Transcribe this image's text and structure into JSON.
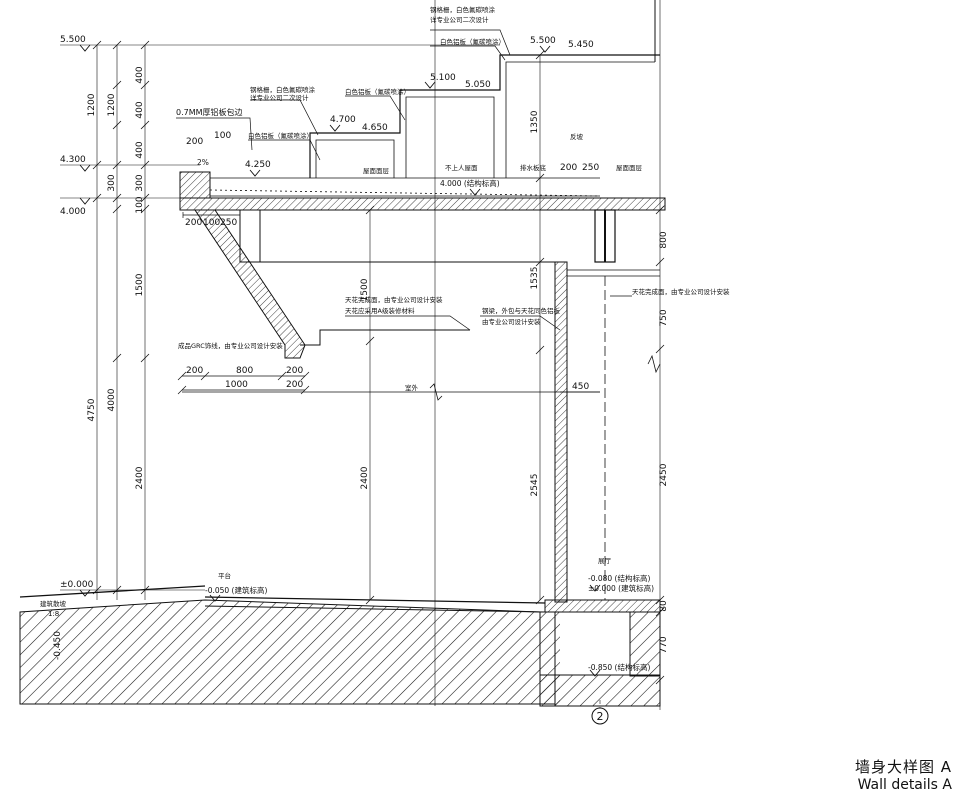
{
  "caption": {
    "chinese": "墙身大样图 A",
    "english": "Wall details A"
  },
  "elevations": {
    "e5500_left": "5.500",
    "e4300": "4.300",
    "e4000": "4.000",
    "e0000_left": "±0.000",
    "e4250": "4.250",
    "e4700": "4.700",
    "e4650": "4.650",
    "e5100": "5.100",
    "e5050": "5.050",
    "e5500_right": "5.500",
    "e5450": "5.450",
    "e4000_struct": "4.000 (结构标高)",
    "e_minus0050": "-0.050 (建筑标高)",
    "e_minus0080": "-0.080 (结构标高)",
    "e0000_right": "±0.000 (建筑标高)",
    "e_minus0850": "-0.850 (结构标高)",
    "e_minus0450": "-0.450"
  },
  "left_dims_inner": [
    "400",
    "400",
    "400",
    "300",
    "100",
    "1500",
    "2400"
  ],
  "left_dims_outer": [
    "1200",
    "1200",
    "300",
    "4750",
    "4000"
  ],
  "right_dims": [
    "800",
    "750",
    "2450",
    "80",
    "770"
  ],
  "mid_dims": {
    "d1350": "1350",
    "d1500": "1500",
    "d2400": "2400",
    "d1535": "1535",
    "d2545": "2545"
  },
  "canopy_dims": {
    "d200a": "200",
    "d100": "100",
    "d200b": "200",
    "d100b": "100",
    "d250a": "250",
    "bot_200a": "200",
    "bot_800": "800",
    "bot_200b": "200",
    "bot_1000": "1000",
    "bot_200c": "200",
    "d450": "450",
    "d200c": "200",
    "d250b": "250",
    "slope": "2%"
  },
  "notes": {
    "n1": "0.7MM厚铝板包边",
    "n2a": "钢格栅，白色氟碳喷涂",
    "n2b": "详专业公司二次设计",
    "n3": "白色铝板（氟碳喷涂）",
    "n4": "白色铝板（氟碳喷涂）",
    "n5a": "钢格栅，白色氟碳喷涂",
    "n5b": "详专业公司二次设计",
    "n6": "白色铝板（氟碳喷涂）",
    "n7": "屋面面层",
    "n8": "不上人屋面",
    "n9": "排水板底",
    "n10": "反坡",
    "n11": "屋面面层",
    "n12a": "天花完成面，由专业公司设计安装",
    "n12b": "天花应采用A级装修材料",
    "n13a": "钢梁，外包与天花同色铝板",
    "n13b": "由专业公司设计安装",
    "n14": "天花完成面，由专业公司设计安装",
    "n15": "成品GRC饰线，由专业公司设计安装",
    "n16": "室外",
    "n17": "平台",
    "n18": "展厅",
    "n19": "建筑散坡",
    "n20": "1:8"
  },
  "axis": {
    "label": "2"
  }
}
